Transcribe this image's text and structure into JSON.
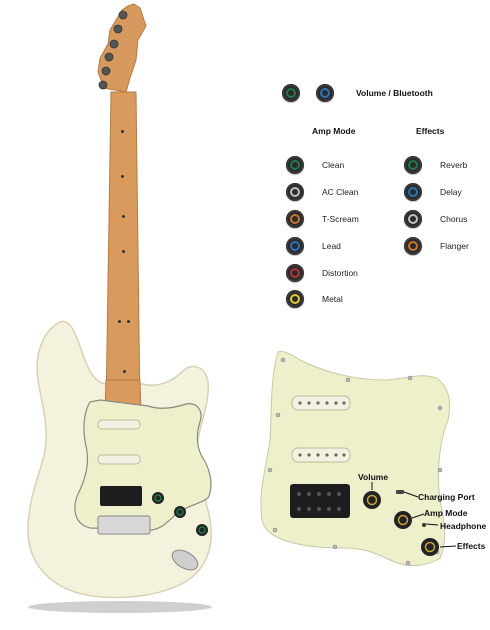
{
  "legend": {
    "top": {
      "label": "Volume / Bluetooth",
      "knobs": [
        {
          "name": "volume-knob-green-icon",
          "color": "#1f7a4a"
        },
        {
          "name": "bluetooth-knob-blue-icon",
          "color": "#2a74b8"
        }
      ]
    },
    "amp_mode": {
      "title": "Amp Mode",
      "items": [
        {
          "label": "Clean",
          "color": "#1f7a4a"
        },
        {
          "label": "AC Clean",
          "color": "#bfbfbf"
        },
        {
          "label": "T-Scream",
          "color": "#c5762c"
        },
        {
          "label": "Lead",
          "color": "#2a74b8"
        },
        {
          "label": "Distortion",
          "color": "#b8323a"
        },
        {
          "label": "Metal",
          "color": "#e3c93a"
        }
      ]
    },
    "effects": {
      "title": "Effects",
      "items": [
        {
          "label": "Reverb",
          "color": "#1f7a4a"
        },
        {
          "label": "Delay",
          "color": "#2a74b8"
        },
        {
          "label": "Chorus",
          "color": "#bfbfbf"
        },
        {
          "label": "Flanger",
          "color": "#c5762c"
        }
      ]
    }
  },
  "pickguard_labels": {
    "volume": "Volume",
    "charging_port": "Charging Port",
    "amp_mode": "Amp Mode",
    "headphone": "Headphone",
    "effects": "Effects"
  },
  "colors": {
    "body_cream": "#f4f1dc",
    "pickguard": "#eef0cc",
    "maple_neck": "#d79a5e",
    "binding": "#8a8a7a"
  }
}
